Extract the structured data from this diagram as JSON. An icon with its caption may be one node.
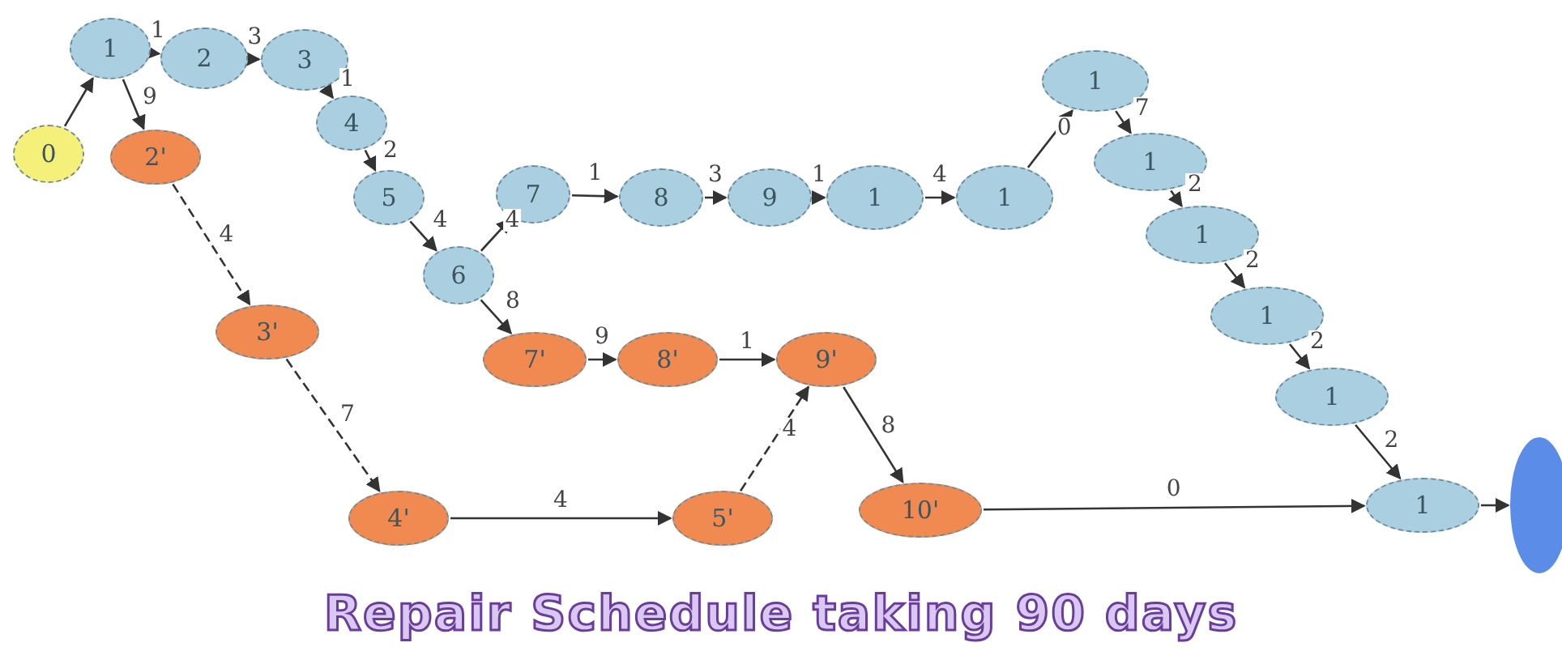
{
  "diagram": {
    "caption": "Repair Schedule taking 90 days",
    "nodes": [
      {
        "text": [
          "1"
        ]
      },
      {
        "text": [
          "2"
        ]
      },
      {
        "text": [
          "3"
        ]
      },
      {
        "text": [
          "0"
        ]
      },
      {
        "text": [
          "2'"
        ]
      },
      {
        "text": [
          "4"
        ]
      },
      {
        "text": [
          "5"
        ]
      },
      {
        "text": [
          "7"
        ]
      },
      {
        "text": [
          "8"
        ]
      },
      {
        "text": [
          "9"
        ]
      },
      {
        "text": [
          "1"
        ]
      },
      {
        "text": [
          "1"
        ]
      },
      {
        "text": [
          "1"
        ]
      },
      {
        "text": [
          "1"
        ]
      },
      {
        "text": [
          "1"
        ]
      },
      {
        "text": [
          "6"
        ]
      },
      {
        "text": [
          "1"
        ]
      },
      {
        "text": [
          "3'"
        ]
      },
      {
        "text": [
          "7'"
        ]
      },
      {
        "text": [
          "8'"
        ]
      },
      {
        "text": [
          "9'"
        ]
      },
      {
        "text": [
          "1"
        ]
      },
      {
        "text": [
          "4'"
        ]
      },
      {
        "text": [
          "5'"
        ]
      },
      {
        "text": [
          "10'"
        ]
      },
      {
        "text": [
          "1"
        ]
      },
      {
        "text": [],
        "shape": "ellipse"
      }
    ],
    "edges": [
      {
        "from": 3,
        "to": 0,
        "arrow": "to"
      },
      {
        "from": 0,
        "to": 1,
        "label": "1",
        "arrow": "to"
      },
      {
        "from": 1,
        "to": 2,
        "label": "3",
        "arrow": "to"
      },
      {
        "from": 2,
        "to": 5,
        "label": "1",
        "arrow": "to"
      },
      {
        "from": 5,
        "to": 6,
        "label": "2",
        "arrow": "to"
      },
      {
        "from": 6,
        "to": 15,
        "label": "4",
        "arrow": "to"
      },
      {
        "from": 15,
        "to": 7,
        "label": "4",
        "arrow": "to"
      },
      {
        "from": 7,
        "to": 8,
        "label": "1",
        "arrow": "to"
      },
      {
        "from": 8,
        "to": 9,
        "label": "3",
        "arrow": "to"
      },
      {
        "from": 9,
        "to": 10,
        "label": "1",
        "arrow": "to"
      },
      {
        "from": 10,
        "to": 11,
        "label": "4",
        "arrow": "to"
      },
      {
        "from": 11,
        "to": 12,
        "label": "0",
        "arrow": "to"
      },
      {
        "from": 12,
        "to": 13,
        "label": "7",
        "arrow": "to"
      },
      {
        "from": 13,
        "to": 14,
        "label": "2",
        "arrow": "to"
      },
      {
        "from": 14,
        "to": 16,
        "label": "2",
        "arrow": "to"
      },
      {
        "from": 16,
        "to": 21,
        "label": "2",
        "arrow": "to"
      },
      {
        "from": 21,
        "to": 25,
        "label": "2",
        "arrow": "to"
      },
      {
        "from": 25,
        "to": 26,
        "arrow": "to"
      },
      {
        "from": 0,
        "to": 4,
        "label": "9",
        "arrow": "to"
      },
      {
        "from": 4,
        "to": 17,
        "label": "4",
        "arrow": "to",
        "style": "dashed"
      },
      {
        "from": 17,
        "to": 22,
        "label": "7",
        "arrow": "to",
        "style": "dashed"
      },
      {
        "from": 22,
        "to": 23,
        "label": "4",
        "arrow": "to"
      },
      {
        "from": 23,
        "to": 20,
        "label": "4",
        "arrow": "to",
        "style": "dashed"
      },
      {
        "from": 15,
        "to": 18,
        "label": "8",
        "arrow": "to"
      },
      {
        "from": 18,
        "to": 19,
        "label": "9",
        "arrow": "to"
      },
      {
        "from": 19,
        "to": 20,
        "label": "1",
        "arrow": "to"
      },
      {
        "from": 20,
        "to": 24,
        "label": "8",
        "arrow": "to"
      },
      {
        "from": 24,
        "to": 25,
        "label": "0",
        "arrow": "to"
      }
    ]
  }
}
